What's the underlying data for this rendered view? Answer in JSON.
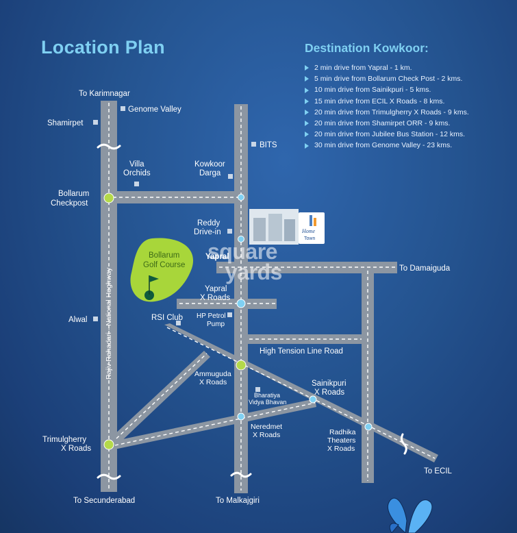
{
  "title": "Location Plan",
  "destination": {
    "heading": "Destination Kowkoor:",
    "items": [
      "2 min drive from Yapral - 1 km.",
      "5 min drive from Bollarum Check Post - 2 kms.",
      "10 min drive from Sainikpuri - 5 kms.",
      "15 min drive from ECIL X Roads - 8 kms.",
      "20 min drive from Trimulgherry X Roads - 9 kms.",
      "20 min drive from Shamirpet ORR - 9 kms.",
      "20 min drive from Jubilee Bus Station - 12 kms.",
      "30 min drive from Genome Valley - 23 kms."
    ]
  },
  "labels": {
    "to_karimnagar": "To Karimnagar",
    "genome_valley": "Genome Valley",
    "shamirpet": "Shamirpet",
    "bits": "BITS",
    "villa": "Villa",
    "orchids": "Orchids",
    "kowkoor": "Kowkoor",
    "darga": "Darga",
    "bollarum": "Bollarum",
    "checkpost": "Checkpost",
    "reddy": "Reddy",
    "drive_in": "Drive-in",
    "golf_1": "Bollarum",
    "golf_2": "Golf Course",
    "yapral": "Yapral",
    "to_damaiguda": "To Damaiguda",
    "highway": "Rajiv Rahadari - National Hoghway",
    "yapral_x_1": "Yapral",
    "yapral_x_2": "X Roads",
    "alwal": "Alwal",
    "rsi_club": "RSI Club",
    "hp_1": "HP Petrol",
    "hp_2": "Pump",
    "high_tension": "High Tension Line Road",
    "ammuguda_1": "Ammuguda",
    "ammuguda_2": "X Roads",
    "sainikpuri_1": "Sainikpuri",
    "sainikpuri_2": "X Roads",
    "bharatiya_1": "Bharatiya",
    "bharatiya_2": "Vidya Bhavan",
    "neredmet_1": "Neredmet",
    "neredmet_2": "X Roads",
    "radhika_1": "Radhika",
    "radhika_2": "Theaters",
    "radhika_3": "X Roads",
    "trimulgherry_1": "Trimulgherry",
    "trimulgherry_2": "X Roads",
    "to_ecil": "To ECIL",
    "to_secunderabad": "To Secunderabad",
    "to_malkajgiri": "To Malkajgiri"
  },
  "project_logo": {
    "line1": "Home",
    "line2": "Town"
  },
  "watermark": {
    "line1": "square",
    "line2": "yards"
  },
  "colors": {
    "road": "#8c96a2",
    "title": "#7fd0f2",
    "golf": "#a8d63a",
    "junction_green": "#b4d94a",
    "junction_blue": "#7fd0f2"
  }
}
